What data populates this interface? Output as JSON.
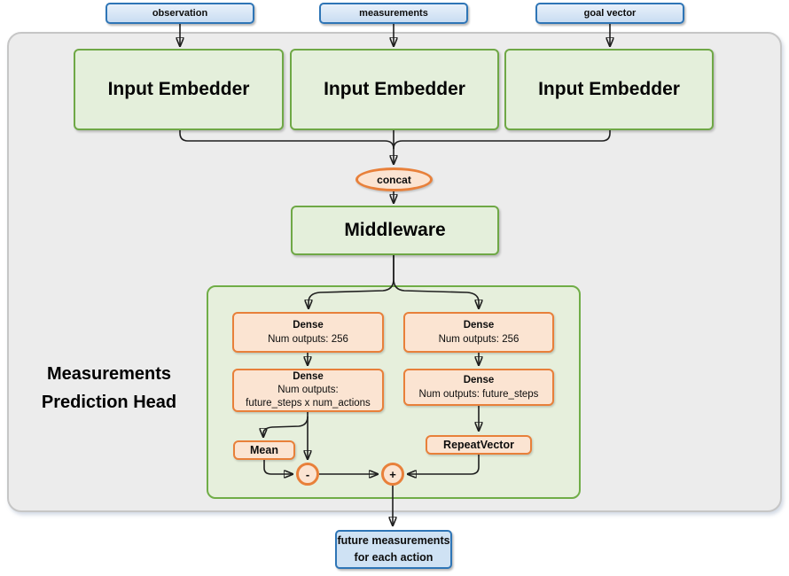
{
  "inputs": [
    "observation",
    "measurements",
    "goal vector"
  ],
  "embedders": [
    "Input Embedder",
    "Input Embedder",
    "Input Embedder"
  ],
  "concat_label": "concat",
  "middleware_label": "Middleware",
  "head": {
    "label_line1": "Measurements",
    "label_line2": "Prediction Head"
  },
  "dense": {
    "left_top": {
      "title": "Dense",
      "line1": "Num outputs: 256"
    },
    "right_top": {
      "title": "Dense",
      "line1": "Num outputs: 256"
    },
    "left_bottom": {
      "title": "Dense",
      "line1": "Num outputs:",
      "line2": "future_steps x num_actions"
    },
    "right_bottom": {
      "title": "Dense",
      "line1": "Num outputs: future_steps"
    }
  },
  "ops": {
    "mean": "Mean",
    "repeat_vector": "RepeatVector",
    "subtract": "-",
    "add": "+"
  },
  "output": {
    "line1": "future measurements",
    "line2": "for each action"
  },
  "colors": {
    "blue_border": "#2e75b6",
    "blue_fill": "#cfe2f4",
    "green_border": "#70ad47",
    "green_fill": "#e4efdb",
    "orange_border": "#e8803a",
    "orange_fill": "#fbe4d2",
    "gray_container_fill": "#ececec",
    "connector_line": "#1f1f1f"
  }
}
